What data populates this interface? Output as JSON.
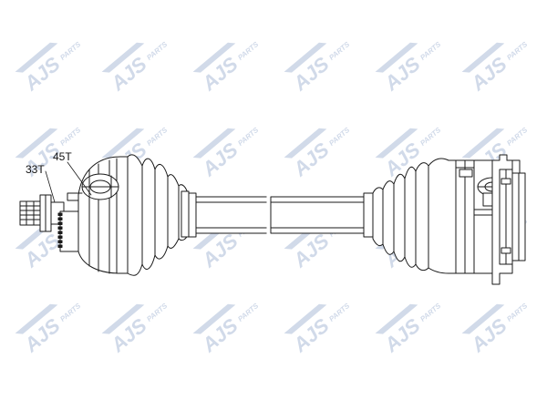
{
  "labels": {
    "teeth_outer": "33T",
    "teeth_inner": "45T"
  },
  "watermark": {
    "brand": "AJS",
    "suffix": "PARTS",
    "color": "#c9d4e6"
  },
  "colors": {
    "line": "#1a1a1a",
    "background": "#ffffff"
  }
}
